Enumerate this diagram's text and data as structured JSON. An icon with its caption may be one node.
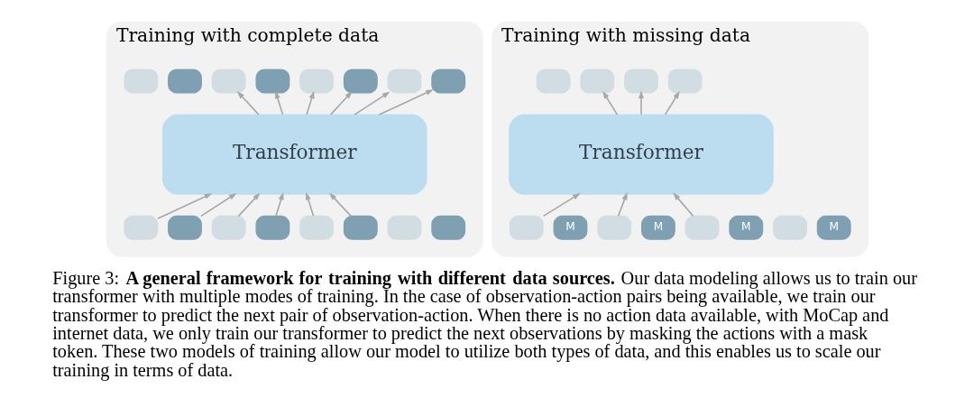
{
  "diagram": {
    "caption": "Figure 3: **A general framework for training with different data sources.** Our data modeling allows us to train our transformer with multiple modes of training. In the case of observation-action pairs being available, we train our transformer to predict the next pair of observation-action. When there is no action data available, with MoCap and internet data, we only train our transformer to predict the next observations by masking the actions with a mask token. These two models of training allow our model to utilize both types of data, and this enables us to scale our training in terms of data.",
    "nodes": [
      {
        "text": [
          "Training with complete data"
        ]
      },
      {
        "text": [],
        "shape": "box",
        "in": 0
      },
      {
        "text": [],
        "shape": "box",
        "in": 0
      },
      {
        "text": [],
        "shape": "box",
        "in": 0
      },
      {
        "text": [],
        "shape": "box",
        "in": 0
      },
      {
        "text": [],
        "shape": "box",
        "in": 0
      },
      {
        "text": [],
        "shape": "box",
        "in": 0
      },
      {
        "text": [],
        "shape": "box",
        "in": 0
      },
      {
        "text": [],
        "shape": "box",
        "in": 0
      },
      {
        "text": [
          "Transformer"
        ],
        "in": 0
      },
      {
        "text": [],
        "shape": "box",
        "in": 0
      },
      {
        "text": [],
        "shape": "box",
        "in": 0
      },
      {
        "text": [],
        "shape": "box",
        "in": 0
      },
      {
        "text": [],
        "shape": "box",
        "in": 0
      },
      {
        "text": [],
        "shape": "box",
        "in": 0
      },
      {
        "text": [],
        "shape": "box",
        "in": 0
      },
      {
        "text": [],
        "shape": "box",
        "in": 0
      },
      {
        "text": [],
        "shape": "box",
        "in": 0
      },
      {
        "text": [
          "Training with missing data"
        ]
      },
      {
        "text": [],
        "shape": "box",
        "in": 18
      },
      {
        "text": [],
        "shape": "box",
        "in": 18
      },
      {
        "text": [],
        "shape": "box",
        "in": 18
      },
      {
        "text": [],
        "shape": "box",
        "in": 18
      },
      {
        "text": [
          "Transformer"
        ],
        "in": 18
      },
      {
        "text": [],
        "shape": "box",
        "in": 18
      },
      {
        "text": [
          "M"
        ],
        "in": 18
      },
      {
        "text": [],
        "shape": "box",
        "in": 18
      },
      {
        "text": [
          "M"
        ],
        "in": 18
      },
      {
        "text": [],
        "shape": "box",
        "in": 18
      },
      {
        "text": [
          "M"
        ],
        "in": 18
      },
      {
        "text": [],
        "shape": "box",
        "in": 18
      },
      {
        "text": [
          "M"
        ],
        "in": 18
      }
    ],
    "edges": [
      {
        "from": 9,
        "to": 3,
        "arrow": "to"
      },
      {
        "from": 9,
        "to": 4,
        "arrow": "to"
      },
      {
        "from": 9,
        "to": 5,
        "arrow": "to"
      },
      {
        "from": 9,
        "to": 6,
        "arrow": "to"
      },
      {
        "from": 9,
        "to": 7,
        "arrow": "to"
      },
      {
        "from": 9,
        "to": 8,
        "arrow": "to"
      },
      {
        "from": 10,
        "to": 9,
        "arrow": "to"
      },
      {
        "from": 11,
        "to": 9,
        "arrow": "to"
      },
      {
        "from": 12,
        "to": 9,
        "arrow": "to"
      },
      {
        "from": 13,
        "to": 9,
        "arrow": "to"
      },
      {
        "from": 14,
        "to": 9,
        "arrow": "to"
      },
      {
        "from": 15,
        "to": 9,
        "arrow": "to"
      },
      {
        "from": 23,
        "to": 20,
        "arrow": "to"
      },
      {
        "from": 23,
        "to": 21,
        "arrow": "to"
      },
      {
        "from": 23,
        "to": 22,
        "arrow": "to"
      },
      {
        "from": 24,
        "to": 23,
        "arrow": "to"
      },
      {
        "from": 26,
        "to": 23,
        "arrow": "to"
      },
      {
        "from": 28,
        "to": 23,
        "arrow": "to"
      }
    ]
  }
}
